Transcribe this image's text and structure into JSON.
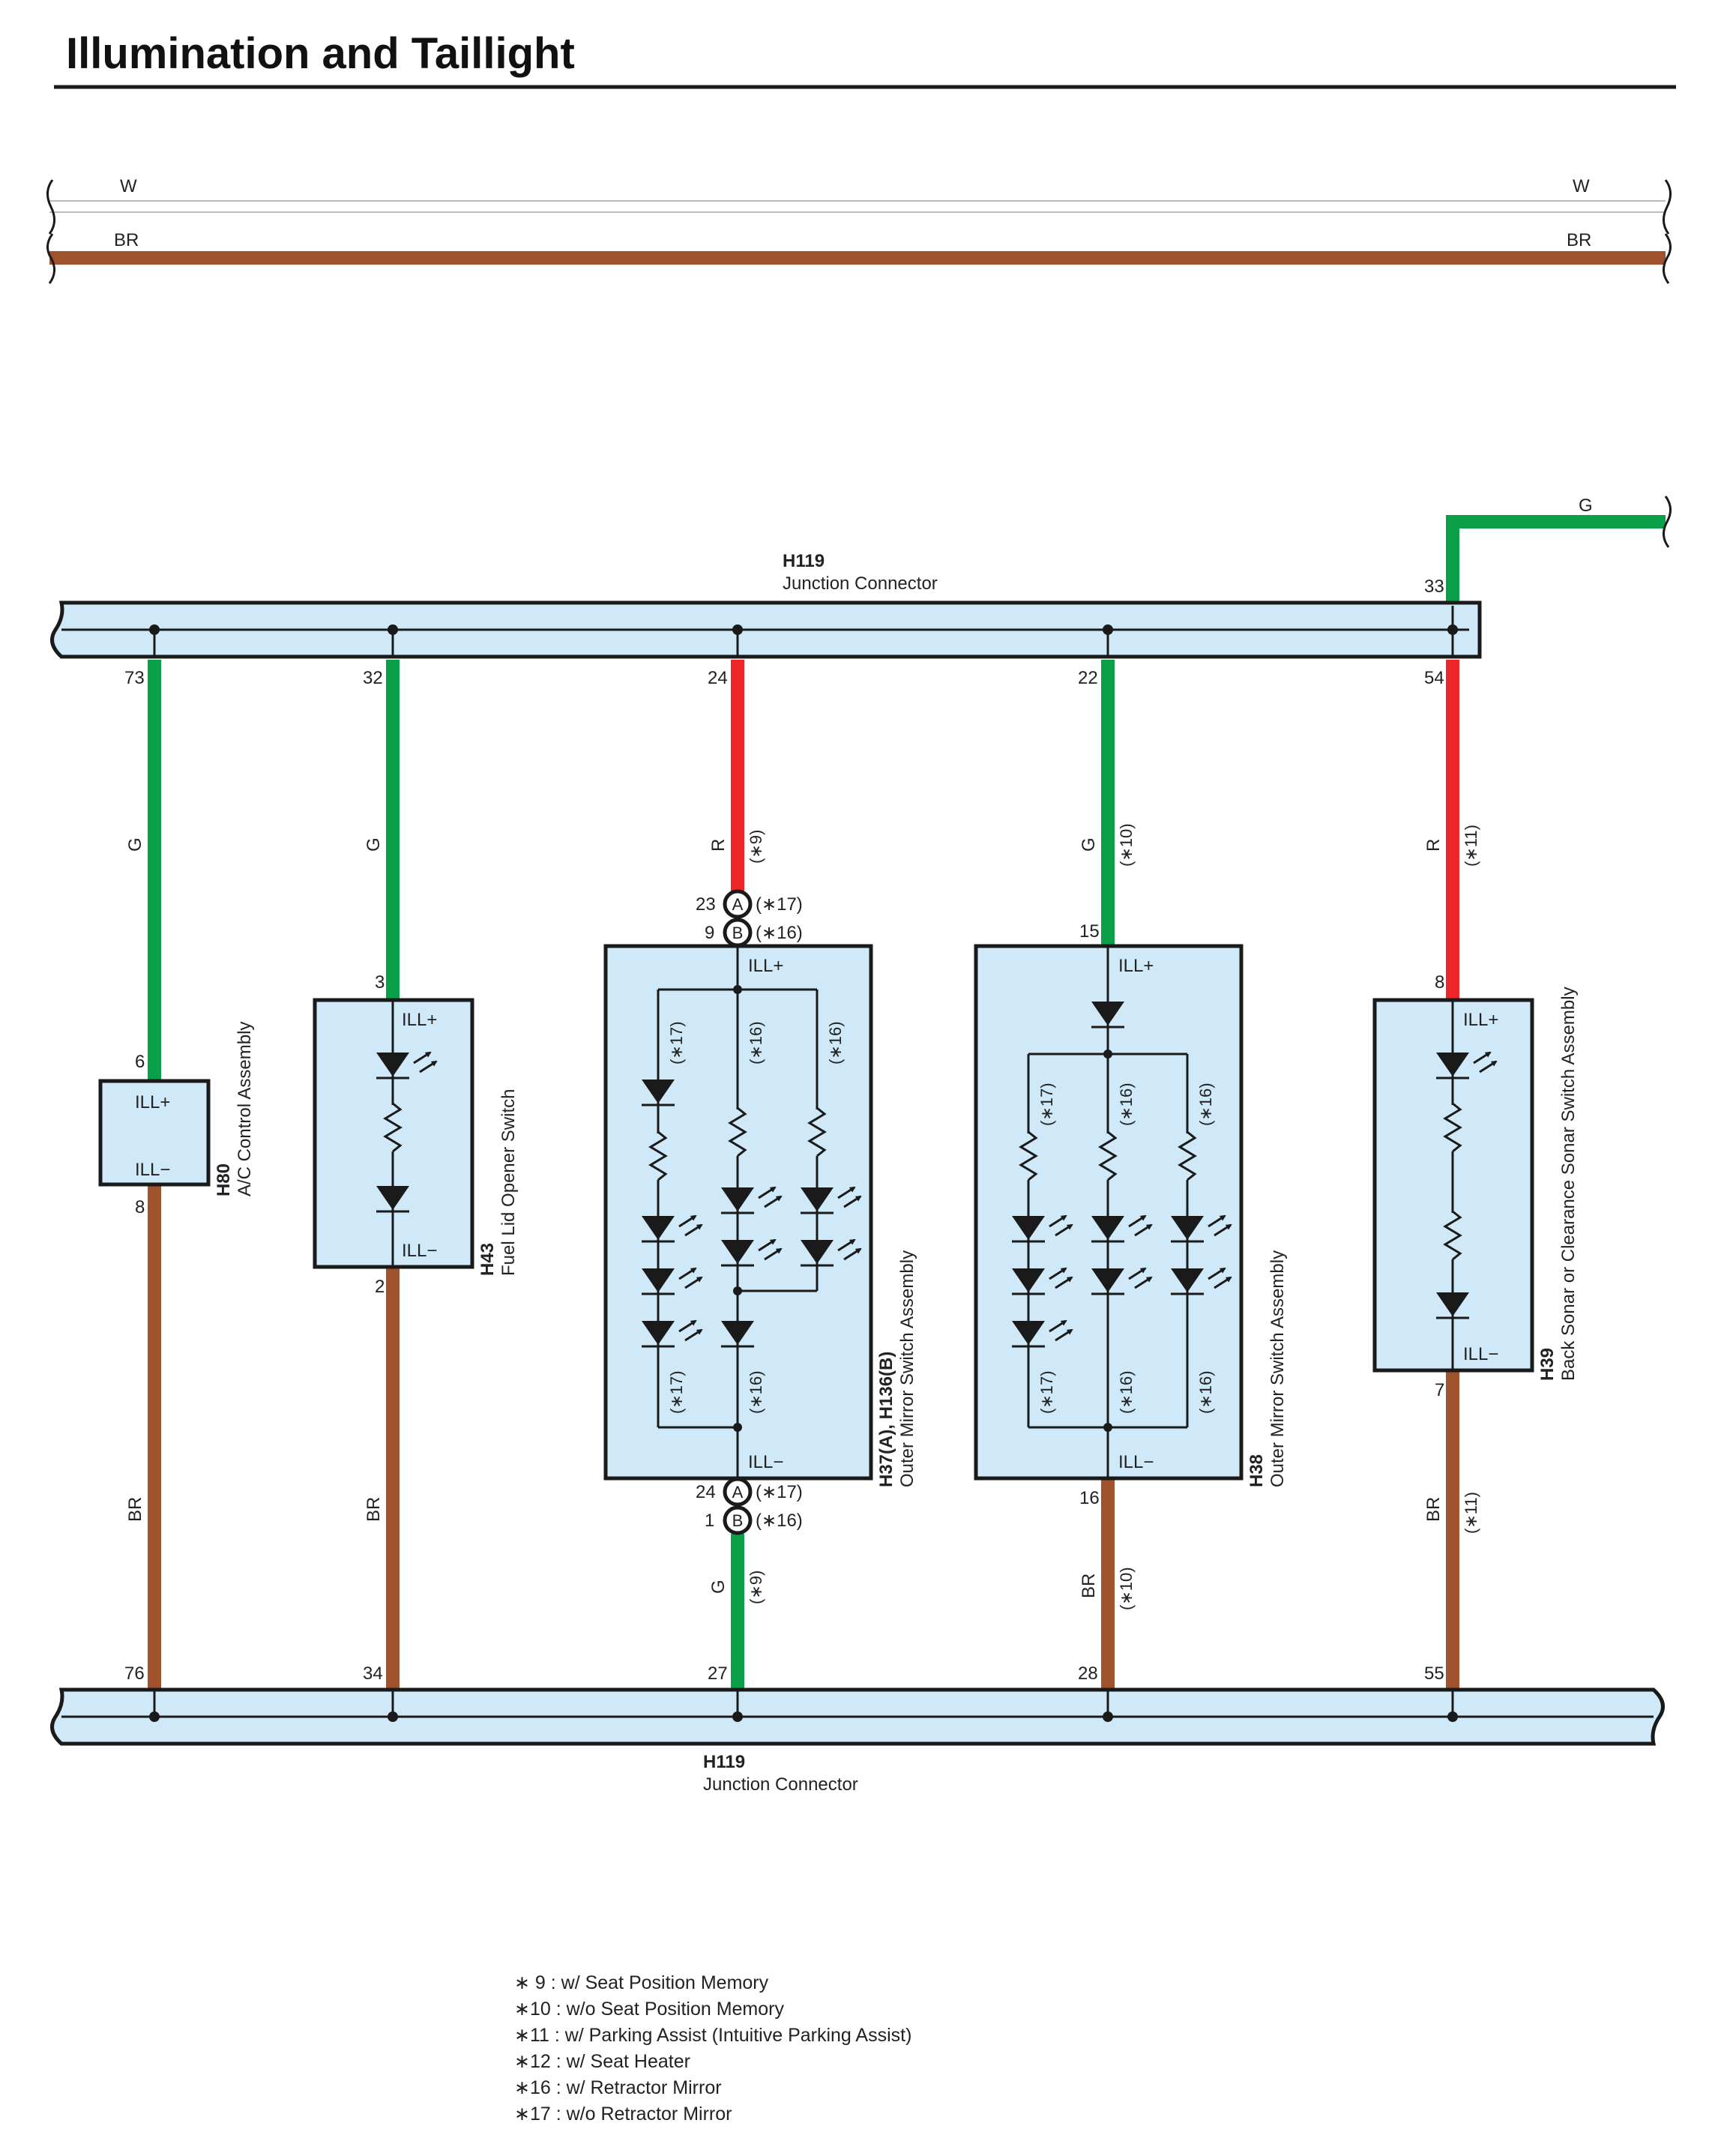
{
  "title": "Illumination and Taillight",
  "colors": {
    "wire_G": "#0aa04a",
    "wire_R": "#ee2529",
    "wire_BR": "#a0522d",
    "wire_W": "#d9d9d9",
    "box_fill": "#cfe9f8",
    "connector_fill": "#cfe9f8",
    "outline": "#1a1a1a"
  },
  "top_wires": {
    "w_left": "W",
    "w_right": "W",
    "br_left": "BR",
    "br_right": "BR"
  },
  "top_connector": {
    "id": "H119",
    "name": "Junction Connector"
  },
  "bottom_connector": {
    "id": "H119",
    "name": "Junction Connector"
  },
  "g_feed": {
    "color": "G",
    "pin": "33",
    "pin_below": "54"
  },
  "components": [
    {
      "id": "H80",
      "name": "A/C Control Assembly",
      "top_pin": "73",
      "upper_color": "G",
      "upper_note": "",
      "pin_in": "6",
      "pin_out": "8",
      "ill_plus": "ILL+",
      "ill_minus": "ILL−",
      "lower_color": "BR",
      "lower_note": "",
      "bottom_pin": "76"
    },
    {
      "id": "H43",
      "name": "Fuel Lid Opener Switch",
      "top_pin": "32",
      "upper_color": "G",
      "upper_note": "",
      "pin_in": "3",
      "pin_out": "2",
      "ill_plus": "ILL+",
      "ill_minus": "ILL−",
      "lower_color": "BR",
      "lower_note": "",
      "bottom_pin": "34"
    },
    {
      "id": "H37(A), H136(B)",
      "name": "Outer Mirror Switch Assembly",
      "top_pin": "24",
      "upper_color": "R",
      "upper_note": "(∗9)",
      "in_a_pin": "23",
      "in_a_label": "A",
      "in_a_note": "(∗17)",
      "in_b_pin": "9",
      "in_b_label": "B",
      "in_b_note": "(∗16)",
      "out_a_pin": "24",
      "out_a_label": "A",
      "out_a_note": "(∗17)",
      "out_b_pin": "1",
      "out_b_label": "B",
      "out_b_note": "(∗16)",
      "ill_plus": "ILL+",
      "ill_minus": "ILL−",
      "branch_top_notes": [
        "(∗17)",
        "(∗16)",
        "(∗16)"
      ],
      "branch_bottom_notes": [
        "(∗17)",
        "(∗16)"
      ],
      "lower_color": "G",
      "lower_note": "(∗9)",
      "bottom_pin": "27"
    },
    {
      "id": "H38",
      "name": "Outer Mirror Switch Assembly",
      "top_pin": "22",
      "upper_color": "G",
      "upper_note": "(∗10)",
      "pin_in": "15",
      "pin_out": "16",
      "ill_plus": "ILL+",
      "ill_minus": "ILL−",
      "branch_top_notes": [
        "(∗17)",
        "(∗16)",
        "(∗16)"
      ],
      "branch_bottom_notes": [
        "(∗17)",
        "(∗16)",
        "(∗16)"
      ],
      "lower_color": "BR",
      "lower_note": "(∗10)",
      "bottom_pin": "28"
    },
    {
      "id": "H39",
      "name": "Back Sonar or Clearance Sonar Switch Assembly",
      "top_pin": "54",
      "upper_color": "R",
      "upper_note": "(∗11)",
      "pin_in": "8",
      "pin_out": "7",
      "ill_plus": "ILL+",
      "ill_minus": "ILL−",
      "lower_color": "BR",
      "lower_note": "(∗11)",
      "bottom_pin": "55"
    }
  ],
  "notes": [
    "∗ 9 : w/ Seat Position Memory",
    "∗10 : w/o Seat Position Memory",
    "∗11 : w/ Parking Assist (Intuitive Parking Assist)",
    "∗12 : w/ Seat Heater",
    "∗16 : w/ Retractor Mirror",
    "∗17 : w/o Retractor Mirror"
  ]
}
